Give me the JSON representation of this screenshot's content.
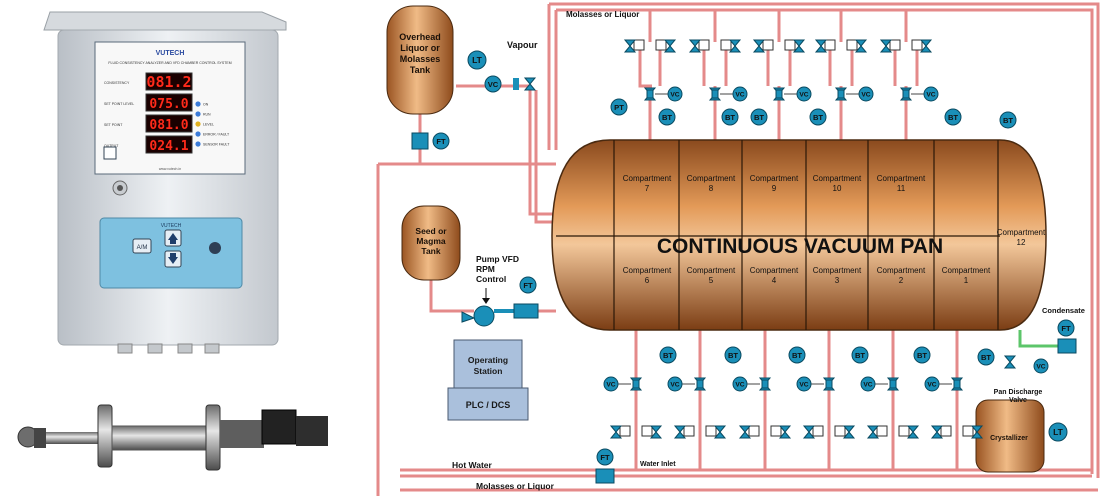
{
  "panel": {
    "brand": "VUTECH",
    "title": "FLUID CONSISTENCY ANALYZER AND VFD CHAMBER CONTROL SYSTEM",
    "displays": [
      {
        "label": "CONSISTENCY",
        "value": "081.2"
      },
      {
        "label": "SET POINT LEVEL",
        "value": "075.0"
      },
      {
        "label": "SET POINT",
        "value": "081.0"
      },
      {
        "label": "OUTPUT",
        "value": "024.1"
      }
    ],
    "leds": [
      "ON",
      "RUN",
      "LEVEL",
      "ERROR / FAULT",
      "SENSOR FAULT"
    ],
    "keypad_title": "VUTECH",
    "keypad_button": "A/M",
    "footer_small": "www.vutech.in"
  },
  "diagram": {
    "overhead_tank": "Overhead Liquor or Molasses Tank",
    "vapour": "Vapour",
    "molasses_top": "Molasses or Liquor",
    "molasses_bottom": "Molasses or Liquor",
    "hot_water": "Hot Water",
    "water_inlet": "Water Inlet",
    "seed_tank": "Seed or Magma Tank",
    "pump": "Pump VFD RPM Control",
    "operating_station": "Operating Station",
    "plc": "PLC / DCS",
    "pan_title": "CONTINUOUS VACUUM PAN",
    "condensate": "Condensate",
    "discharge_valve": "Pan Discharge Valve",
    "crystallizer": "Crystallizer",
    "compartments_top": [
      {
        "label": "Compartment",
        "num": "7"
      },
      {
        "label": "Compartment",
        "num": "8"
      },
      {
        "label": "Compartment",
        "num": "9"
      },
      {
        "label": "Compartment",
        "num": "10"
      },
      {
        "label": "Compartment",
        "num": "11"
      }
    ],
    "compartments_bottom": [
      {
        "label": "Compartment",
        "num": "6"
      },
      {
        "label": "Compartment",
        "num": "5"
      },
      {
        "label": "Compartment",
        "num": "4"
      },
      {
        "label": "Compartment",
        "num": "3"
      },
      {
        "label": "Compartment",
        "num": "2"
      },
      {
        "label": "Compartment",
        "num": "1"
      }
    ],
    "compartment_12": {
      "label": "Compartment",
      "num": "12"
    },
    "tags": {
      "lt": "LT",
      "vc": "VC",
      "ft": "FT",
      "pt": "PT",
      "bt": "BT"
    },
    "colors": {
      "pan": "#c9702c",
      "instrument": "#1a8fb8",
      "pipe": "#e48a8a",
      "station": "#aac0dc"
    }
  }
}
